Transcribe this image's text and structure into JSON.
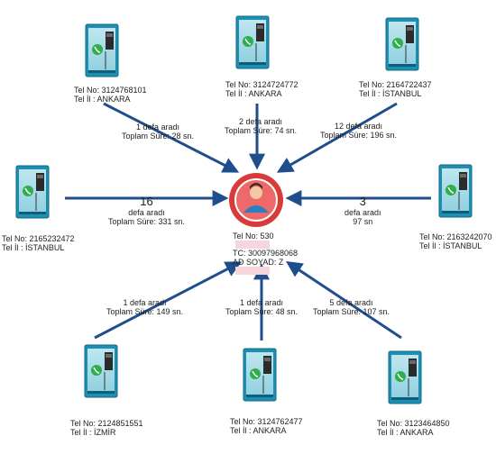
{
  "booths": [
    {
      "id": "top-left",
      "tel": "Tel No: 3124768101",
      "city": "Tel İl : ANKARA"
    },
    {
      "id": "top-center",
      "tel": "Tel No: 3124724772",
      "city": "Tel İl : ANKARA"
    },
    {
      "id": "top-right",
      "tel": "Tel No: 2164722437",
      "city": "Tel İl : İSTANBUL"
    },
    {
      "id": "middle-left",
      "tel": "Tel No: 2165232472",
      "city": "Tel İl : İSTANBUL"
    },
    {
      "id": "middle-right",
      "tel": "Tel No: 2163242070",
      "city": "Tel İl : İSTANBUL"
    },
    {
      "id": "bottom-left",
      "tel": "Tel No: 2124851551",
      "city": "Tel İl : İZMİR"
    },
    {
      "id": "bottom-center",
      "tel": "Tel No: 3124762477",
      "city": "Tel İl : ANKARA"
    },
    {
      "id": "bottom-right",
      "tel": "Tel No: 3123464850",
      "city": "Tel İl : ANKARA"
    }
  ],
  "calls": [
    {
      "from": "top-left",
      "line1": "1 defa aradı",
      "line2": "Toplam Süre: 28 sn."
    },
    {
      "from": "top-center",
      "line1": "2 defa aradı",
      "line2": "Toplam Süre: 74 sn."
    },
    {
      "from": "top-right",
      "line1": "12 defa aradı",
      "line2": "Toplam Süre: 196 sn."
    },
    {
      "from": "middle-left",
      "count": "16",
      "line1": "defa aradı",
      "line2": "Toplam Süre: 331 sn."
    },
    {
      "from": "middle-right",
      "count": "3",
      "line1": "defa aradı",
      "line2": "97 sn"
    },
    {
      "from": "bottom-left",
      "line1": "1 defa aradı",
      "line2": "Toplam Süre: 149 sn."
    },
    {
      "from": "bottom-center",
      "line1": "1 defa aradı",
      "line2": "Toplam Süre: 48 sn."
    },
    {
      "from": "bottom-right",
      "line1": "5 defa aradı",
      "line2": "Toplam Süre: 107 sn."
    }
  ],
  "person": {
    "tel": "Tel No: 530",
    "tc": "TC: 30097968068",
    "name": "AD SOYAD: Z"
  },
  "colors": {
    "arrow": "#1f4e8c",
    "center_ring": "#d93a3a",
    "center_fill": "#ee6a6a",
    "booth_frame": "#1d8fb3",
    "redaction": "#f6d6dc"
  },
  "icons": {
    "booth": "phone-booth-icon",
    "person": "person-avatar-icon"
  }
}
